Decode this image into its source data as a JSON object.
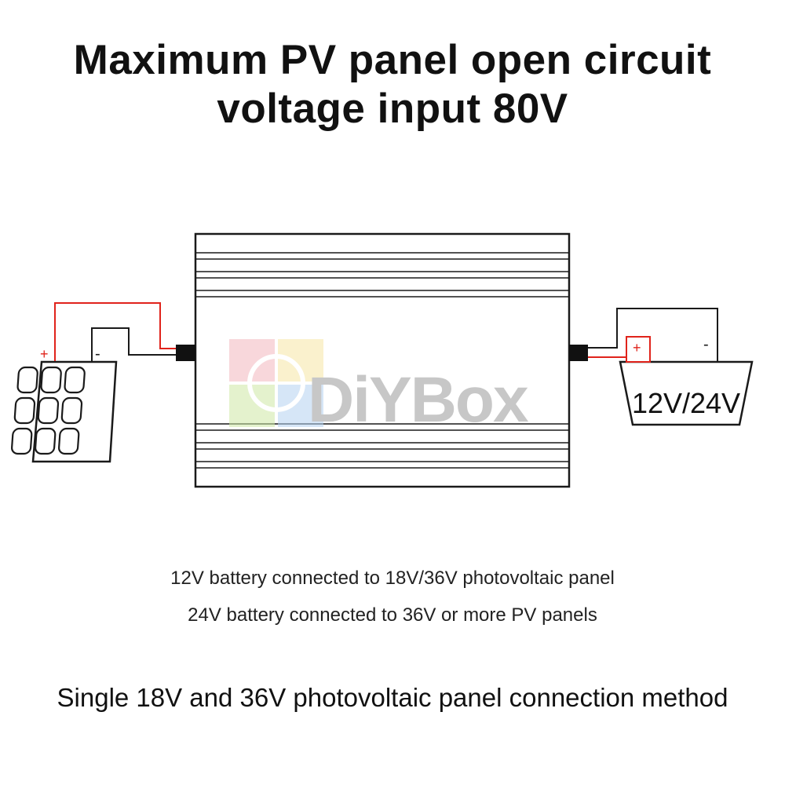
{
  "title": {
    "line1": "Maximum PV panel open circuit",
    "line2": "voltage input 80V"
  },
  "diagram": {
    "solar_panel": {
      "positive_sign": "+",
      "negative_sign": "-",
      "icon": "solar-panel-icon"
    },
    "controller": {
      "watermark": "DiYBox",
      "icon": "controller-heatsink-icon"
    },
    "battery": {
      "label": "12V/24V",
      "positive_sign": "+",
      "negative_sign": "-",
      "icon": "battery-icon"
    },
    "colors": {
      "positive_wire": "#e0231b",
      "negative_wire": "#1a1a1a",
      "outline": "#1a1a1a"
    }
  },
  "notes": {
    "line1": "12V battery connected to 18V/36V photovoltaic panel",
    "line2": "24V battery connected to 36V or more PV panels"
  },
  "footer": "Single 18V and 36V photovoltaic panel connection method"
}
